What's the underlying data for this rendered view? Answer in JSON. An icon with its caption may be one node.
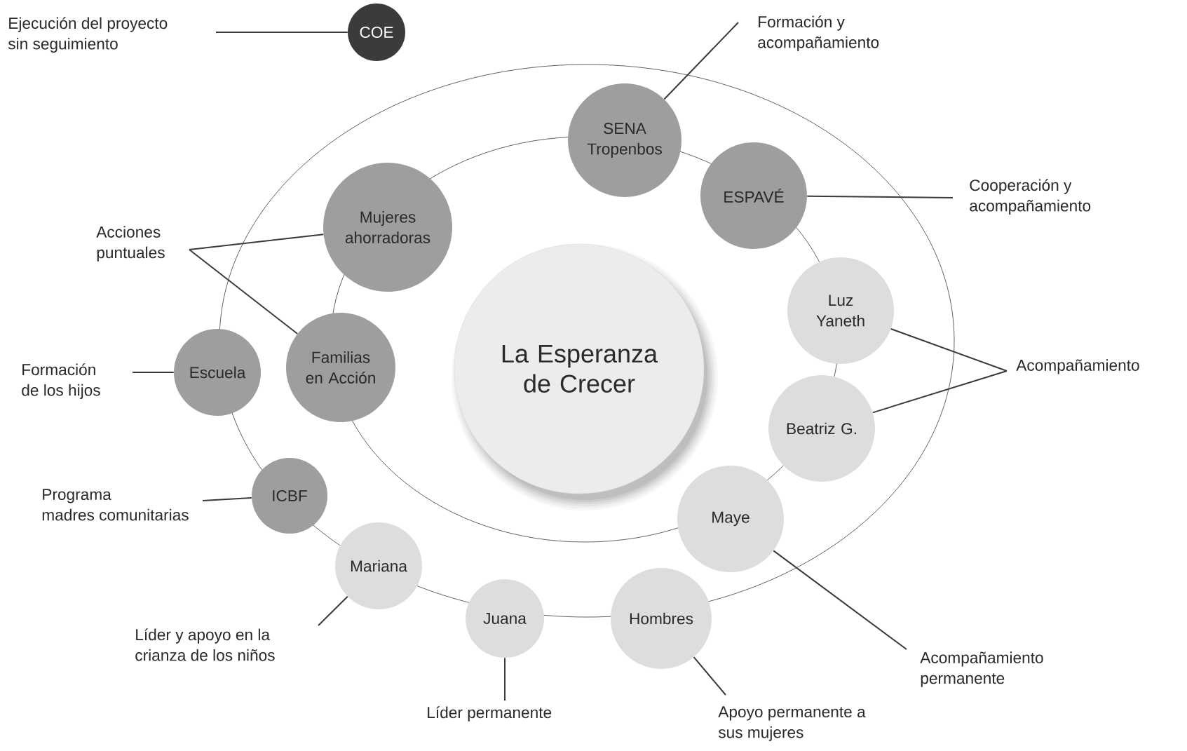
{
  "diagram": {
    "nodes": [
      {
        "text": [
          "Ejecución del proyecto sin seguimiento"
        ]
      },
      {
        "text": [
          "COE"
        ]
      },
      {
        "text": [
          "Formación y acompañamiento"
        ]
      },
      {
        "text": [
          "SENA Tropenbos"
        ]
      },
      {
        "text": [
          "ESPAVÉ"
        ]
      },
      {
        "text": [
          "Cooperación y acompañamiento"
        ]
      },
      {
        "text": [
          "Mujeres ahorradoras"
        ]
      },
      {
        "text": [
          "Acciones puntuales"
        ]
      },
      {
        "text": [
          "Luz Yaneth"
        ]
      },
      {
        "text": [
          "Familias en Acción"
        ]
      },
      {
        "text": [
          "La Esperanza de Crecer"
        ]
      },
      {
        "text": [
          "Escuela"
        ]
      },
      {
        "text": [
          "Acompañamiento"
        ]
      },
      {
        "text": [
          "Formación de los hijos"
        ]
      },
      {
        "text": [
          "Beatriz G."
        ]
      },
      {
        "text": [
          "ICBF"
        ]
      },
      {
        "text": [
          "Programa madres comunitarias"
        ]
      },
      {
        "text": [
          "Maye"
        ]
      },
      {
        "text": [
          "Mariana"
        ]
      },
      {
        "text": [
          "Juana"
        ]
      },
      {
        "text": [
          "Hombres"
        ]
      },
      {
        "text": [
          "Líder y apoyo en la crianza de los niños"
        ]
      },
      {
        "text": [
          "Acompañamiento permanente"
        ]
      },
      {
        "text": [
          "Líder permanente"
        ]
      },
      {
        "text": [
          "Apoyo permanente a sus mujeres"
        ]
      }
    ],
    "edges": [
      {
        "from": 0,
        "to": 1,
        "arrow": "none"
      },
      {
        "from": 2,
        "to": 3,
        "arrow": "none"
      },
      {
        "from": 5,
        "to": 4,
        "arrow": "none"
      },
      {
        "from": 7,
        "to": 6,
        "arrow": "none"
      },
      {
        "from": 7,
        "to": 9,
        "arrow": "none"
      },
      {
        "from": 12,
        "to": 8,
        "arrow": "none"
      },
      {
        "from": 12,
        "to": 14,
        "arrow": "none"
      },
      {
        "from": 13,
        "to": 11,
        "arrow": "none"
      },
      {
        "from": 16,
        "to": 15,
        "arrow": "none"
      },
      {
        "from": 21,
        "to": 18,
        "arrow": "none"
      },
      {
        "from": 23,
        "to": 19,
        "arrow": "none"
      },
      {
        "from": 24,
        "to": 20,
        "arrow": "none"
      },
      {
        "from": 22,
        "to": 17,
        "arrow": "none"
      }
    ]
  }
}
